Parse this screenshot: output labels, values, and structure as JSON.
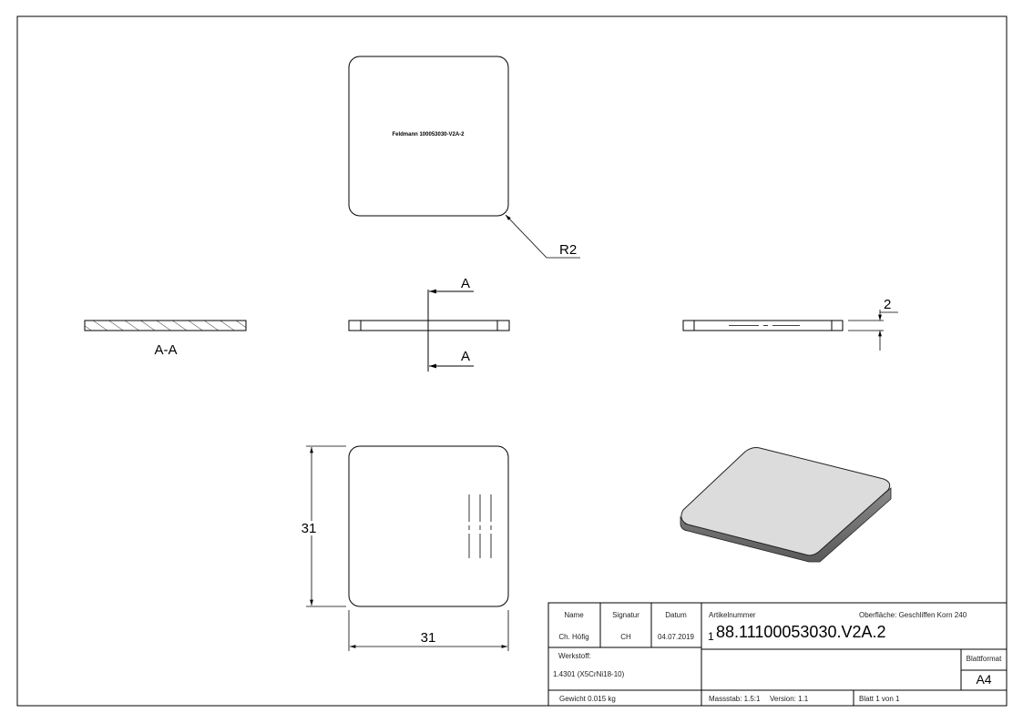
{
  "drawing": {
    "engraving": "Feldmann 100053030-V2A-2",
    "radius_label": "R2",
    "section_label": "A-A",
    "cut_label_top": "A",
    "cut_label_bottom": "A",
    "thickness_label": "2",
    "height_label": "31",
    "width_label": "31"
  },
  "title_block": {
    "name_header": "Name",
    "signature_header": "Signatur",
    "date_header": "Datum",
    "name": "Ch. Höfig",
    "signature": "CH",
    "date": "04.07.2019",
    "article_label": "Artikelnummer",
    "surface": "Oberfläche:  Geschliffen Korn 240",
    "article_prefix": "1",
    "article_number": "88.11100053030.V2A.2",
    "material_label": "Werkstoff:",
    "material": "1.4301 (X5CrNi18-10)",
    "format_label": "Blattformat",
    "format": "A4",
    "weight": "Gewicht 0.015 kg",
    "scale": "Massstab: 1.5:1",
    "version": "Version: 1.1",
    "sheet": "Blatt 1 von 1"
  }
}
